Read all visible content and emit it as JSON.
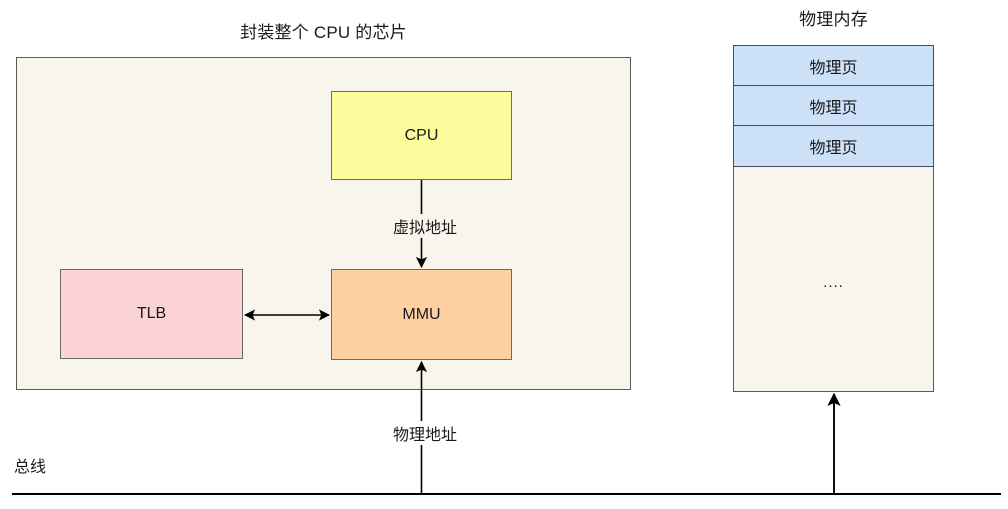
{
  "diagram": {
    "chip": {
      "title": "封装整个 CPU 的芯片",
      "cpu_label": "CPU",
      "tlb_label": "TLB",
      "mmu_label": "MMU",
      "fill": "#f8f5ec"
    },
    "memory": {
      "title": "物理内存",
      "pages": [
        {
          "label": "物理页"
        },
        {
          "label": "物理页"
        },
        {
          "label": "物理页"
        }
      ],
      "free_label": "....",
      "page_fill": "#cce0f8",
      "fill": "#f8f5ec"
    },
    "edges": {
      "virtual_address": "虚拟地址",
      "physical_address": "物理地址"
    },
    "bus": {
      "label": "总线"
    },
    "colors": {
      "cpu": "#fcfc9d",
      "tlb": "#fbd3d4",
      "mmu": "#fcd0a0",
      "page": "#cce0f8",
      "container": "#f8f5ec",
      "stroke": "#666666",
      "text": "#1a1a1a"
    }
  }
}
